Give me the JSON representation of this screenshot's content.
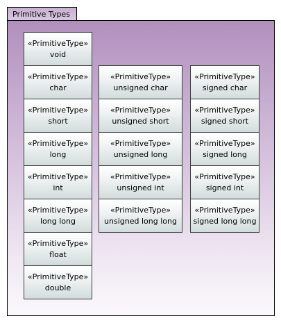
{
  "package": {
    "title": "Primitive Types"
  },
  "nodes": [
    {
      "stereotype": "«PrimitiveType»",
      "name": "void"
    },
    {
      "stereotype": "«PrimitiveType»",
      "name": "char"
    },
    {
      "stereotype": "«PrimitiveType»",
      "name": "short"
    },
    {
      "stereotype": "«PrimitiveType»",
      "name": "long"
    },
    {
      "stereotype": "«PrimitiveType»",
      "name": "int"
    },
    {
      "stereotype": "«PrimitiveType»",
      "name": "long long"
    },
    {
      "stereotype": "«PrimitiveType»",
      "name": "float"
    },
    {
      "stereotype": "«PrimitiveType»",
      "name": "double"
    },
    {
      "stereotype": "«PrimitiveType»",
      "name": "unsigned char"
    },
    {
      "stereotype": "«PrimitiveType»",
      "name": "unsigned short"
    },
    {
      "stereotype": "«PrimitiveType»",
      "name": "unsigned long"
    },
    {
      "stereotype": "«PrimitiveType»",
      "name": "unsigned int"
    },
    {
      "stereotype": "«PrimitiveType»",
      "name": "unsigned long long"
    },
    {
      "stereotype": "«PrimitiveType»",
      "name": "signed char"
    },
    {
      "stereotype": "«PrimitiveType»",
      "name": "signed short"
    },
    {
      "stereotype": "«PrimitiveType»",
      "name": "signed long"
    },
    {
      "stereotype": "«PrimitiveType»",
      "name": "signed int"
    },
    {
      "stereotype": "«PrimitiveType»",
      "name": "signed long long"
    }
  ]
}
